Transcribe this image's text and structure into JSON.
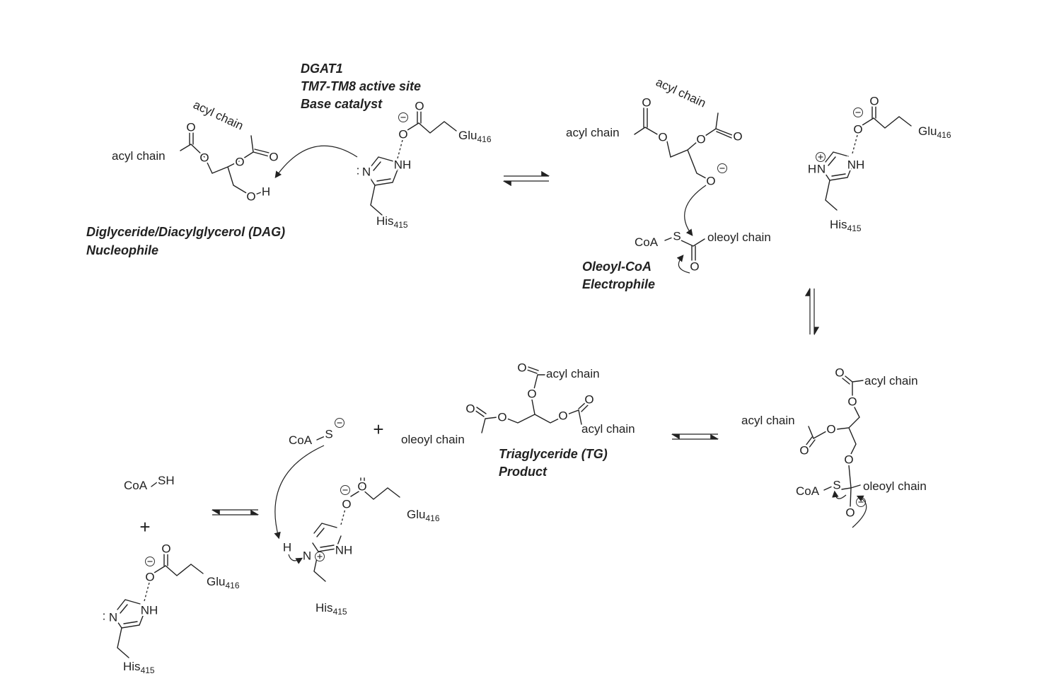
{
  "dgat1": {
    "title": "DGAT1",
    "site": "TM7-TM8 active site",
    "role": "Base catalyst"
  },
  "dag": {
    "name": "Diglyceride/Diacylglycerol (DAG)",
    "role": "Nucleophile"
  },
  "oleoyl_coa": {
    "name": "Oleoyl-CoA",
    "role": "Electrophile"
  },
  "tg": {
    "name": "Triaglyceride (TG)",
    "role": "Product"
  },
  "labels": {
    "acyl_chain": "acyl chain",
    "oleoyl_chain": "oleoyl chain",
    "coa": "CoA",
    "s": "S",
    "sh": "SH",
    "o": "O",
    "h": "H",
    "n": "N",
    "nh": "NH",
    "his": "His",
    "his_num": "415",
    "glu": "Glu",
    "glu_num": "416",
    "plus": "+",
    "lone_pair": ":"
  },
  "colors": {
    "ink": "#222222",
    "background": "#ffffff"
  }
}
